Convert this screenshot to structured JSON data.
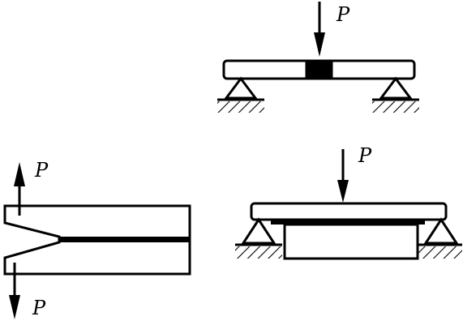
{
  "figure_kind": "Diagram",
  "load_labels": {
    "top_beam": "P",
    "dcb_upper": "P",
    "dcb_lower": "P",
    "bottom_beam": "P"
  },
  "colors": {
    "ink": "#000000",
    "background": "#ffffff"
  }
}
